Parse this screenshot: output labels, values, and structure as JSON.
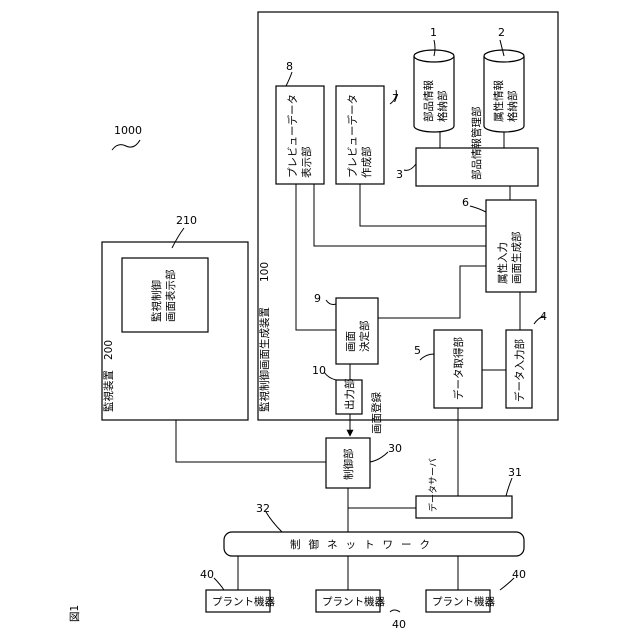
{
  "figure_label": "図1",
  "system_ref": "1000",
  "generator_device": {
    "ref": "100",
    "label": "監視制御画面生成装置"
  },
  "monitor_device": {
    "ref": "200",
    "label": "監視装置"
  },
  "monitor_display": {
    "ref": "210",
    "label_line1": "監視制御",
    "label_line2": "画面表示部"
  },
  "part_info_storage": {
    "ref": "1",
    "label_line1": "部品情報",
    "label_line2": "格納部"
  },
  "attr_info_storage": {
    "ref": "2",
    "label_line1": "属性情報",
    "label_line2": "格納部"
  },
  "part_info_manager": {
    "ref": "3",
    "label": "部品情報管理部"
  },
  "data_input": {
    "ref": "4",
    "label": "データ入力部"
  },
  "data_acquisition": {
    "ref": "5",
    "label": "データ取得部"
  },
  "attr_input_gen": {
    "ref": "6",
    "label_line1": "属性入力",
    "label_line2": "画面生成部"
  },
  "preview_creator": {
    "ref": "7",
    "label_line1": "プレビューデータ",
    "label_line2": "作成部"
  },
  "preview_display": {
    "ref": "8",
    "label_line1": "プレビューデータ",
    "label_line2": "表示部"
  },
  "screen_decision": {
    "ref": "9",
    "label_line1": "画面",
    "label_line2": "決定部"
  },
  "output_unit": {
    "ref": "10",
    "label": "出力部"
  },
  "screen_registration": {
    "label": "画面登録"
  },
  "control_unit": {
    "ref": "30",
    "label": "制御部"
  },
  "data_server": {
    "ref": "31",
    "label": "データサーバ"
  },
  "control_network": {
    "ref": "32",
    "label": "制御ネットワーク"
  },
  "plant_devices": [
    {
      "ref": "40",
      "label": "プラント機器"
    },
    {
      "ref": "40",
      "label": "プラント機器"
    },
    {
      "ref": "40",
      "label": "プラント機器"
    }
  ]
}
